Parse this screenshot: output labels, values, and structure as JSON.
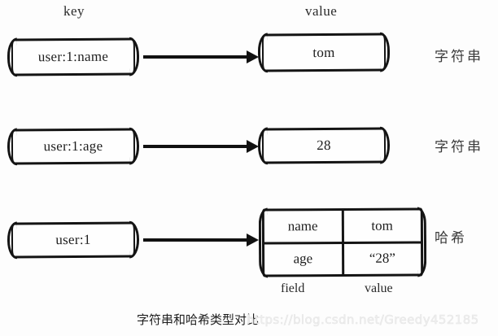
{
  "diagram": {
    "caption": "字符串和哈希类型对比",
    "watermark": "https://blog.csdn.net/Greedy452185",
    "headers": {
      "key": "key",
      "value": "value"
    },
    "rows": [
      {
        "key_label": "user:1:name",
        "value_label": "tom",
        "type_label": "字符串"
      },
      {
        "key_label": "user:1:age",
        "value_label": "28",
        "type_label": "字符串"
      }
    ],
    "hash_row": {
      "key_label": "user:1",
      "type_label": "哈希",
      "table": {
        "cells": [
          {
            "field": "name",
            "value": "tom"
          },
          {
            "field": "age",
            "value": "“28”"
          }
        ],
        "footer": {
          "field": "field",
          "value": "value"
        }
      }
    },
    "colors": {
      "ink": "#141414",
      "paper": "#fdfdfd",
      "text": "#1d1d1d",
      "watermark": "#efefef"
    }
  }
}
